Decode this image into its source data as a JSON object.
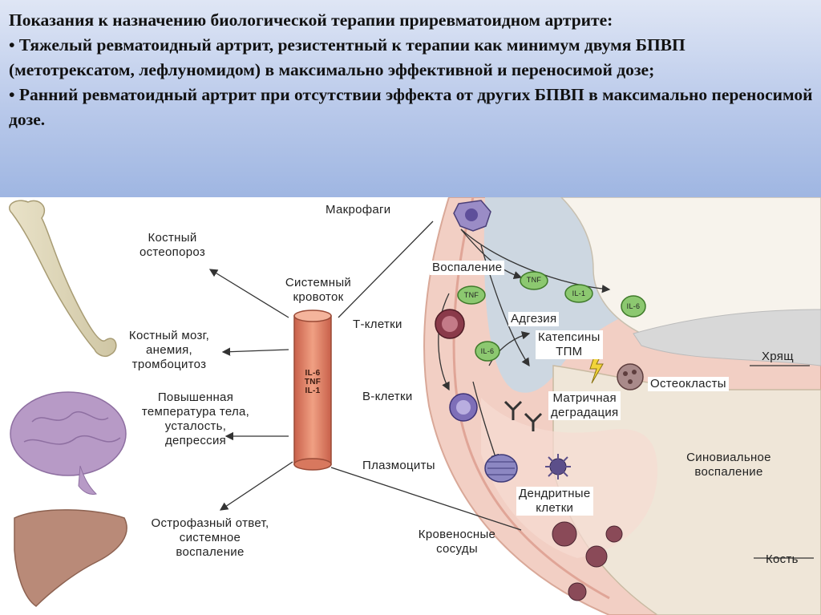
{
  "header": {
    "title": "Показания к назначению биологической терапии приревматоидном артрите:",
    "bullets": [
      "• Тяжелый ревматоидный артрит, резистентный к терапии как минимум двумя БПВП (метотрексатом, лефлуномидом) в максимально эффективной и переносимой дозе;",
      "• Ранний ревматоидный артрит при отсутствии эффекта от других БПВП в максимально переносимой дозе."
    ]
  },
  "diagram": {
    "labels": {
      "osteoporosis": "Костный\nостеопороз",
      "circulation": "Системный\nкровоток",
      "bone_marrow": "Костный мозг,\nанемия,\nтромбоцитоз",
      "fever": "Повышенная\nтемпература тела,\nусталость,\nдепрессия",
      "acute_phase": "Острофазный ответ,\nсистемное\nвоспаление",
      "macrophages": "Макрофаги",
      "inflammation": "Воспаление",
      "t_cells": "Т-клетки",
      "b_cells": "В-клетки",
      "plasmocytes": "Плазмоциты",
      "adhesion": "Адгезия",
      "cathepsins": "Катепсины\nТПМ",
      "cartilage": "Хрящ",
      "osteoclasts": "Остеокласты",
      "matrix": "Матричная\nдеградация",
      "synovial": "Синовиальное\nвоспаление",
      "dendritic": "Дендритные\nклетки",
      "vessels": "Кровеносные\nсосуды",
      "bone": "Кость"
    },
    "cytokines": {
      "column": "IL-6\nTNF\nIL-1",
      "tnf": "TNF",
      "il6": "IL-6",
      "il1": "IL-1"
    },
    "colors": {
      "header_bg": "#b9c9ea",
      "vessel": "#e58a6a",
      "joint_pink": "#f2cfc4",
      "cytokine_green": "#8cc870",
      "organ_purple": "#b79ac6",
      "liver": "#b98a78"
    }
  }
}
